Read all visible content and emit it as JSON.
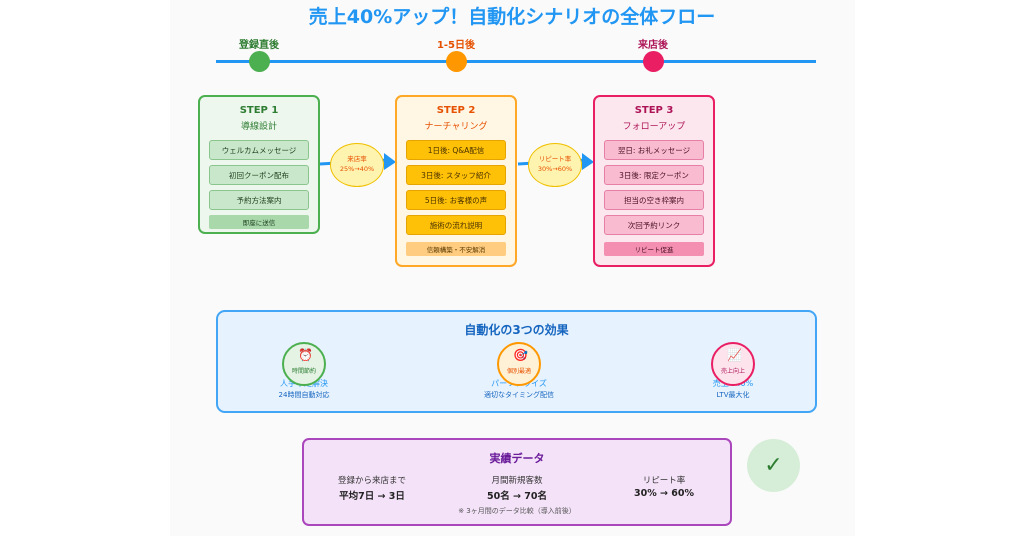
{
  "title": "売上40%アップ！自動化シナリオの全体フロー",
  "timeline": [
    {
      "label": "登録直後",
      "color": "#4caf50"
    },
    {
      "label": "1-5日後",
      "color": "#ff9800"
    },
    {
      "label": "来店後",
      "color": "#e91e63"
    }
  ],
  "steps": [
    {
      "num": "STEP 1",
      "sub": "導線設計",
      "items": [
        "ウェルカムメッセージ",
        "初回クーポン配布",
        "予約方法案内"
      ],
      "tag": "即座に送信"
    },
    {
      "num": "STEP 2",
      "sub": "ナーチャリング",
      "items": [
        "1日後: Q&A配信",
        "3日後: スタッフ紹介",
        "5日後: お客様の声",
        "施術の流れ説明"
      ],
      "tag": "信頼構築・不安解消"
    },
    {
      "num": "STEP 3",
      "sub": "フォローアップ",
      "items": [
        "翌日: お礼メッセージ",
        "3日後: 限定クーポン",
        "担当の空き枠案内",
        "次回予約リンク"
      ],
      "tag": "リピート促進"
    }
  ],
  "badges": [
    {
      "label": "来店率",
      "value": "25%→40%"
    },
    {
      "label": "リピート率",
      "value": "30%→60%"
    }
  ],
  "effects": {
    "title": "自動化の3つの効果",
    "items": [
      {
        "icon": "alarm-clock-icon",
        "name": "時間節約",
        "t1": "人手不足解決",
        "t2": "24時間自動対応",
        "color": "#4caf50"
      },
      {
        "icon": "target-icon",
        "name": "個別最適",
        "t1": "パーソナライズ",
        "t2": "適切なタイミング配信",
        "color": "#ff9800"
      },
      {
        "icon": "chart-up-icon",
        "name": "売上向上",
        "t1": "売上+40%",
        "t2": "LTV最大化",
        "color": "#e91e63"
      }
    ]
  },
  "results": {
    "title": "実績データ",
    "stats": [
      {
        "label": "登録から来店まで",
        "value": "平均7日 → 3日"
      },
      {
        "label": "月間新規客数",
        "value": "50名 → 70名"
      },
      {
        "label": "リピート率",
        "value": "30% → 60%"
      }
    ],
    "note": "※ 3ヶ月間のデータ比較（導入前後）"
  },
  "check_icon": "check-icon"
}
